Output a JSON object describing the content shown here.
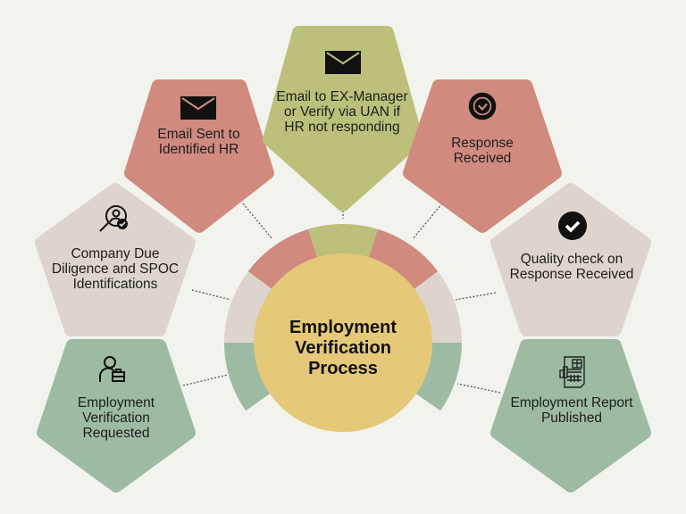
{
  "title": "Employment Verification Process",
  "colors": {
    "background": "#f2f3ed",
    "red": "#d18a7e",
    "olive": "#bcc07a",
    "beige": "#ddd5cd",
    "sage": "#9dbba3",
    "center": "#e5c978"
  },
  "steps": [
    {
      "label": "Employment Verification Requested",
      "icon": "person-briefcase-icon"
    },
    {
      "label": "Company Due Diligence and SPOC Identifications",
      "icon": "person-search-icon"
    },
    {
      "label": "Email Sent to Identified HR",
      "icon": "envelope-icon"
    },
    {
      "label": "Email to EX-Manager or Verify via UAN if HR not responding",
      "icon": "envelope-icon"
    },
    {
      "label": "Response Received",
      "icon": "check-circle-outline-icon"
    },
    {
      "label": "Quality check on Response Received",
      "icon": "check-circle-icon"
    },
    {
      "label": "Employment Report Published",
      "icon": "report-icon"
    }
  ]
}
